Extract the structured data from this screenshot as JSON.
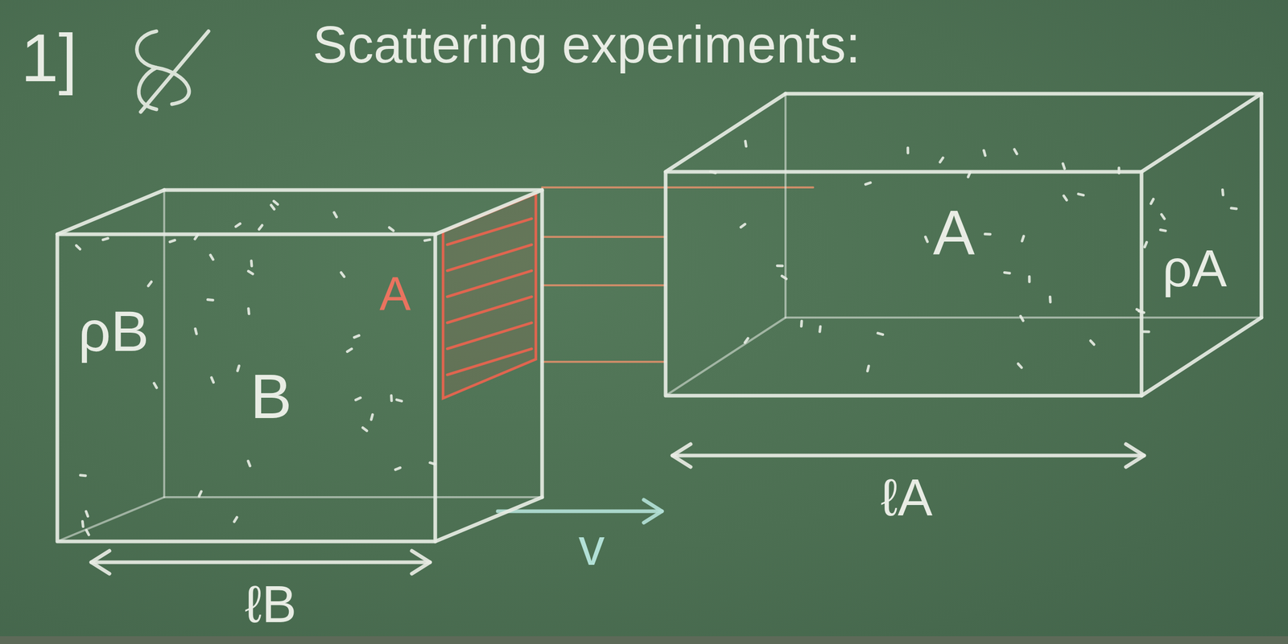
{
  "diagram": {
    "title": "Scattering experiments:",
    "nodes": [
      {
        "text": [
          "ρB",
          "B"
        ]
      },
      {
        "text": [
          "A",
          "ρA"
        ]
      }
    ],
    "labels": [
      "1]",
      "A",
      "v",
      "ℓA",
      "ℓB"
    ]
  }
}
